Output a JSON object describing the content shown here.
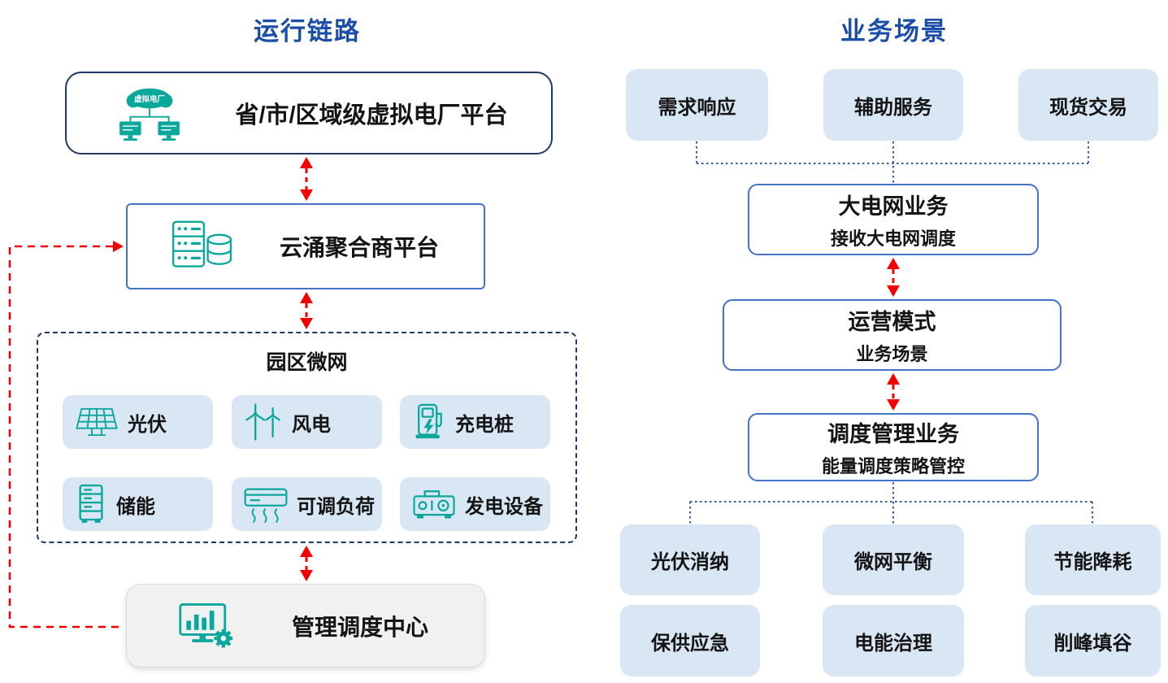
{
  "colors": {
    "title_blue": "#1B4EA8",
    "box_border_navy": "#1F3864",
    "box_border_blue": "#4472C4",
    "light_blue_fill": "#D9E6F4",
    "icon_teal": "#0AA79C",
    "arrow_red": "#F50000",
    "connector_blue": "#2E5FA3",
    "dispatch_gray_fill": "#F1F1F1"
  },
  "left_section": {
    "title": "运行链路",
    "vpp_platform": {
      "label": "省/市/区域级虚拟电厂平台",
      "icon_caption": "虚拟电厂"
    },
    "aggregator_platform": {
      "label": "云涌聚合商平台"
    },
    "microgrid": {
      "title": "园区微网",
      "items": [
        {
          "label": "光伏",
          "icon": "solar-panel-icon"
        },
        {
          "label": "风电",
          "icon": "wind-turbine-icon"
        },
        {
          "label": "充电桩",
          "icon": "ev-charger-icon"
        },
        {
          "label": "储能",
          "icon": "battery-storage-icon"
        },
        {
          "label": "可调负荷",
          "icon": "adjustable-load-icon"
        },
        {
          "label": "发电设备",
          "icon": "generator-icon"
        }
      ]
    },
    "dispatch_center": {
      "label": "管理调度中心",
      "icon": "monitor-gear-icon"
    }
  },
  "right_section": {
    "title": "业务场景",
    "top_scenarios": [
      {
        "label": "需求响应"
      },
      {
        "label": "辅助服务"
      },
      {
        "label": "现货交易"
      }
    ],
    "grid_business": {
      "title": "大电网业务",
      "subtitle": "接收大电网调度"
    },
    "operation_mode": {
      "title": "运营模式",
      "subtitle": "业务场景"
    },
    "dispatch_business": {
      "title": "调度管理业务",
      "subtitle": "能量调度策略管控"
    },
    "bottom_scenarios": [
      {
        "label": "光伏消纳"
      },
      {
        "label": "微网平衡"
      },
      {
        "label": "节能降耗"
      },
      {
        "label": "保供应急"
      },
      {
        "label": "电能治理"
      },
      {
        "label": "削峰填谷"
      }
    ]
  }
}
